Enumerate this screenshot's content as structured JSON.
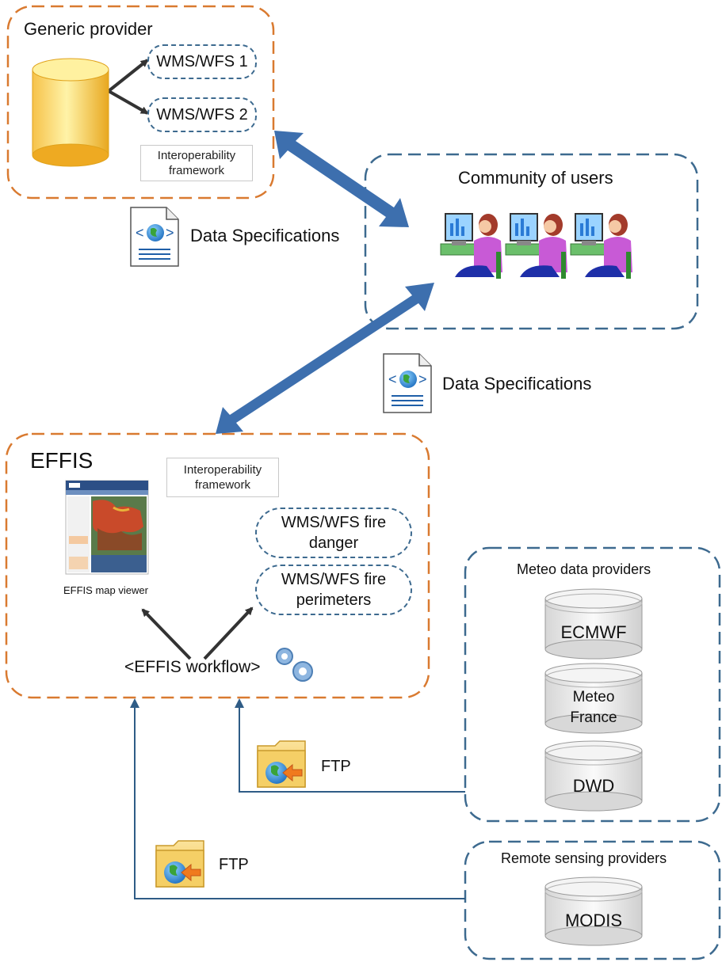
{
  "generic_provider": {
    "title": "Generic provider",
    "services": [
      "WMS/WFS 1",
      "WMS/WFS 2"
    ],
    "framework": "Interoperability framework"
  },
  "community": {
    "title": "Community of users"
  },
  "data_spec_labels": [
    "Data Specifications",
    "Data Specifications"
  ],
  "effis": {
    "title": "EFFIS",
    "framework": "Interoperability framework",
    "services": [
      "WMS/WFS fire danger",
      "WMS/WFS fire perimeters"
    ],
    "viewer_caption": "EFFIS map viewer",
    "workflow": "<EFFIS workflow>"
  },
  "meteo": {
    "title": "Meteo data providers",
    "databases": [
      "ECMWF",
      "Meteo France",
      "DWD"
    ]
  },
  "remote": {
    "title": "Remote sensing providers",
    "databases": [
      "MODIS"
    ]
  },
  "transfers": [
    "FTP",
    "FTP"
  ],
  "colors": {
    "orange_border": "#d97a30",
    "blue_border": "#3d6a8f",
    "arrow_blue": "#3d6fae",
    "line_blue": "#2f5c86"
  }
}
